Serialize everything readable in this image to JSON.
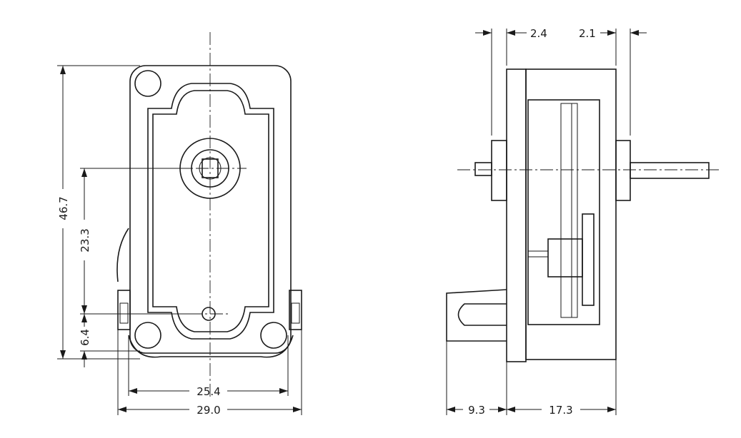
{
  "dimensions": {
    "front_height": "46.7",
    "front_shaft_to_pin": "23.3",
    "front_pin_to_base": "6.4",
    "front_hole_spacing": "25.4",
    "front_width": "29.0",
    "side_left_shaft": "2.4",
    "side_right_shaft": "2.1",
    "side_tab_depth": "9.3",
    "side_body_depth": "17.3"
  },
  "colors": {
    "ink": "#1a1a1a",
    "paper": "#ffffff"
  }
}
